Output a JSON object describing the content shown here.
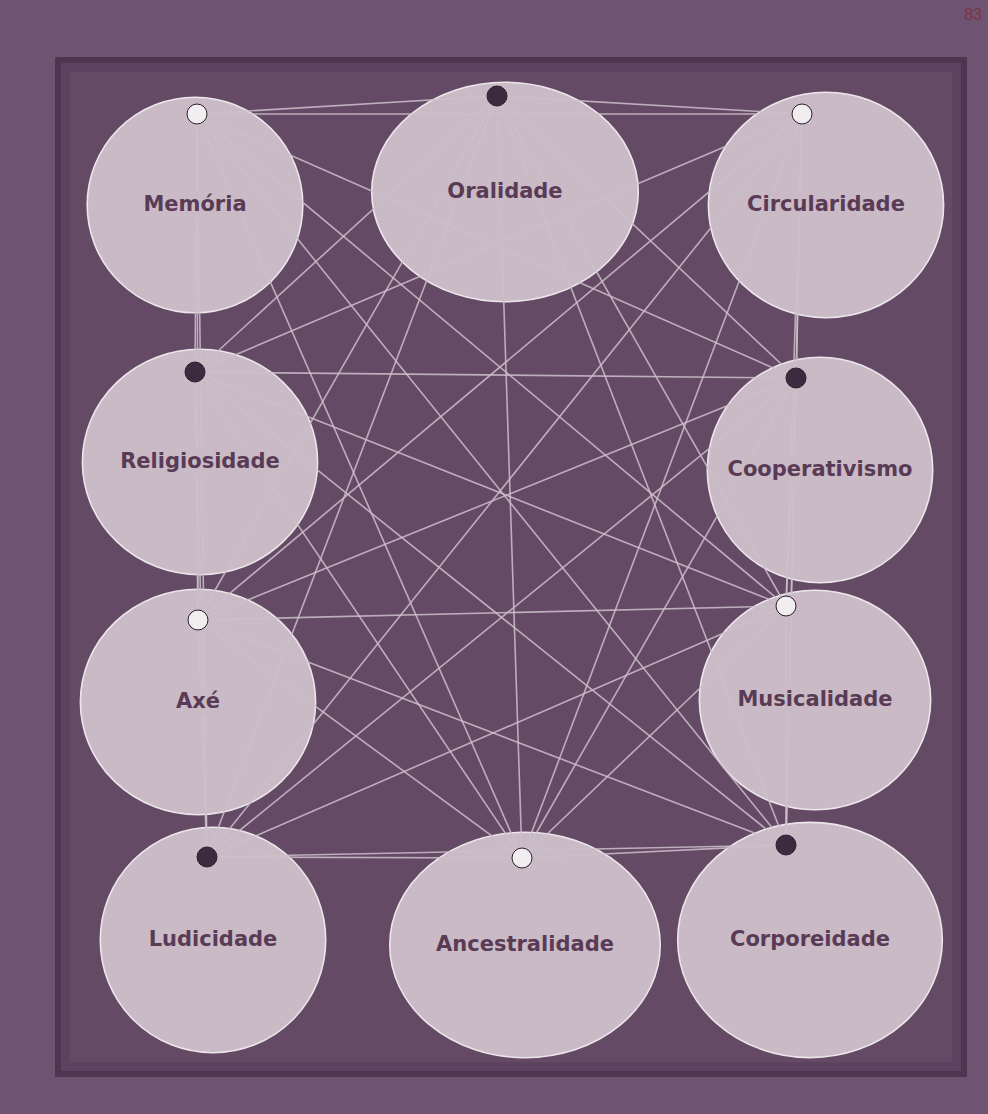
{
  "diagram": {
    "nodes": [
      {
        "text": [
          "Memória"
        ]
      },
      {
        "text": [
          "Oralidade"
        ]
      },
      {
        "text": [
          "Circularidade"
        ]
      },
      {
        "text": [
          "Religiosidade"
        ]
      },
      {
        "text": [
          "Cooperativismo"
        ]
      },
      {
        "text": [
          "Axé"
        ]
      },
      {
        "text": [
          "Musicalidade"
        ]
      },
      {
        "text": [
          "Ludicidade"
        ]
      },
      {
        "text": [
          "Ancestralidade"
        ]
      },
      {
        "text": [
          "Corporeidade"
        ]
      }
    ],
    "edges": [
      {
        "from": 0,
        "to": 1,
        "arrow": "none"
      },
      {
        "from": 0,
        "to": 2,
        "arrow": "none"
      },
      {
        "from": 0,
        "to": 3,
        "arrow": "none"
      },
      {
        "from": 0,
        "to": 4,
        "arrow": "none"
      },
      {
        "from": 0,
        "to": 5,
        "arrow": "none"
      },
      {
        "from": 0,
        "to": 6,
        "arrow": "none"
      },
      {
        "from": 0,
        "to": 7,
        "arrow": "none"
      },
      {
        "from": 0,
        "to": 8,
        "arrow": "none"
      },
      {
        "from": 0,
        "to": 9,
        "arrow": "none"
      },
      {
        "from": 1,
        "to": 2,
        "arrow": "none"
      },
      {
        "from": 1,
        "to": 3,
        "arrow": "none"
      },
      {
        "from": 1,
        "to": 4,
        "arrow": "none"
      },
      {
        "from": 1,
        "to": 5,
        "arrow": "none"
      },
      {
        "from": 1,
        "to": 6,
        "arrow": "none"
      },
      {
        "from": 1,
        "to": 7,
        "arrow": "none"
      },
      {
        "from": 1,
        "to": 8,
        "arrow": "none"
      },
      {
        "from": 1,
        "to": 9,
        "arrow": "none"
      },
      {
        "from": 2,
        "to": 3,
        "arrow": "none"
      },
      {
        "from": 2,
        "to": 4,
        "arrow": "none"
      },
      {
        "from": 2,
        "to": 5,
        "arrow": "none"
      },
      {
        "from": 2,
        "to": 6,
        "arrow": "none"
      },
      {
        "from": 2,
        "to": 7,
        "arrow": "none"
      },
      {
        "from": 2,
        "to": 8,
        "arrow": "none"
      },
      {
        "from": 2,
        "to": 9,
        "arrow": "none"
      },
      {
        "from": 3,
        "to": 4,
        "arrow": "none"
      },
      {
        "from": 3,
        "to": 5,
        "arrow": "none"
      },
      {
        "from": 3,
        "to": 6,
        "arrow": "none"
      },
      {
        "from": 3,
        "to": 7,
        "arrow": "none"
      },
      {
        "from": 3,
        "to": 8,
        "arrow": "none"
      },
      {
        "from": 3,
        "to": 9,
        "arrow": "none"
      },
      {
        "from": 4,
        "to": 5,
        "arrow": "none"
      },
      {
        "from": 4,
        "to": 6,
        "arrow": "none"
      },
      {
        "from": 4,
        "to": 7,
        "arrow": "none"
      },
      {
        "from": 4,
        "to": 8,
        "arrow": "none"
      },
      {
        "from": 4,
        "to": 9,
        "arrow": "none"
      },
      {
        "from": 5,
        "to": 6,
        "arrow": "none"
      },
      {
        "from": 5,
        "to": 7,
        "arrow": "none"
      },
      {
        "from": 5,
        "to": 8,
        "arrow": "none"
      },
      {
        "from": 5,
        "to": 9,
        "arrow": "none"
      },
      {
        "from": 6,
        "to": 7,
        "arrow": "none"
      },
      {
        "from": 6,
        "to": 8,
        "arrow": "none"
      },
      {
        "from": 6,
        "to": 9,
        "arrow": "none"
      },
      {
        "from": 7,
        "to": 8,
        "arrow": "none"
      },
      {
        "from": 7,
        "to": 9,
        "arrow": "none"
      },
      {
        "from": 8,
        "to": 9,
        "arrow": "none"
      }
    ],
    "labels": [
      "83"
    ]
  }
}
